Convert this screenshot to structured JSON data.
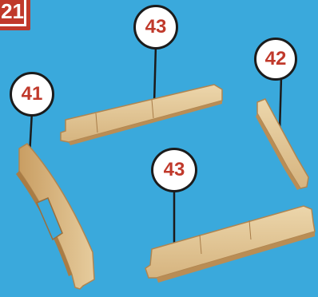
{
  "step_number": "21",
  "parts": [
    {
      "id": "part-41",
      "label": "41"
    },
    {
      "id": "part-43-top",
      "label": "43"
    },
    {
      "id": "part-42",
      "label": "42"
    },
    {
      "id": "part-43-bottom",
      "label": "43"
    }
  ],
  "colors": {
    "background": "#3aa9dc",
    "badge": "#c0392b",
    "label_text": "#c0392b",
    "wood": "#e3c79a"
  }
}
